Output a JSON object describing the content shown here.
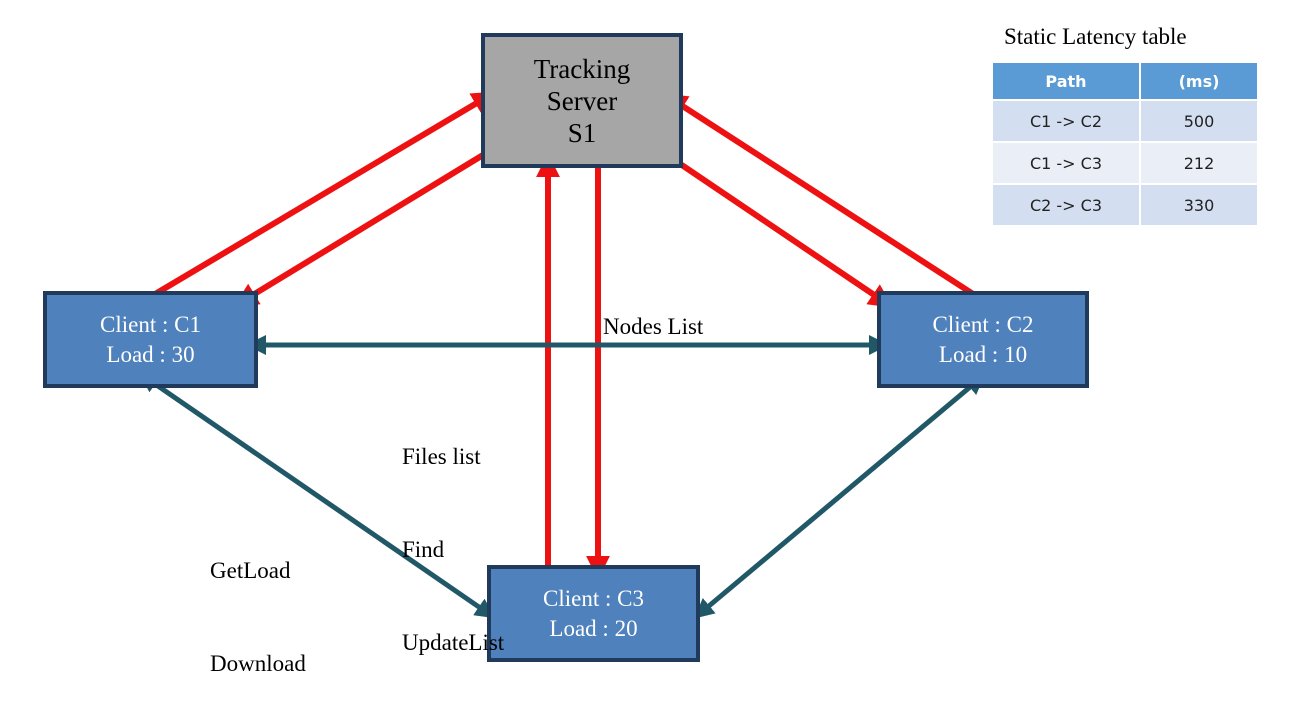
{
  "nodes": {
    "server": {
      "lines": [
        "Tracking",
        "Server",
        "S1"
      ]
    },
    "c1": {
      "lines": [
        "Client : C1",
        "Load : 30"
      ]
    },
    "c2": {
      "lines": [
        "Client : C2",
        "Load : 10"
      ]
    },
    "c3": {
      "lines": [
        "Client : C3",
        "Load : 20"
      ]
    }
  },
  "labels": {
    "nodes_list": "Nodes List",
    "tracker_ops": [
      "Files list",
      "Find",
      "UpdateList"
    ],
    "peer_ops": [
      "GetLoad",
      "Download"
    ]
  },
  "latency_table": {
    "title": "Static Latency table",
    "headers": [
      "Path",
      "(ms)"
    ],
    "rows": [
      {
        "path": "C1 -> C2",
        "ms": "500"
      },
      {
        "path": "C1 -> C3",
        "ms": "212"
      },
      {
        "path": "C2 -> C3",
        "ms": "330"
      }
    ]
  },
  "colors": {
    "tracker_arrow": "#ee1111",
    "peer_arrow": "#215868",
    "client_fill": "#4f81bd",
    "server_fill": "#a6a6a6",
    "box_border": "#1f3a5a",
    "table_header": "#5b9bd5"
  }
}
